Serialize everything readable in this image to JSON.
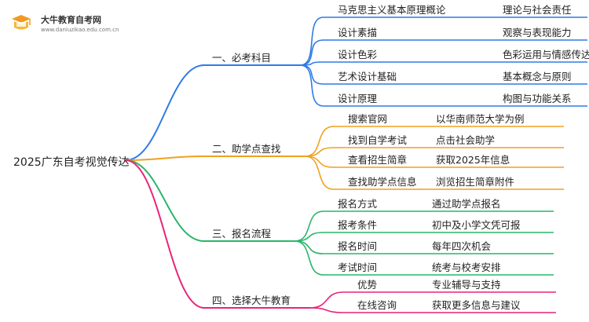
{
  "logo": {
    "name": "大牛教育自考网",
    "url": "www.daniuzikao.edu.com.cn",
    "icon": "book-logo-icon"
  },
  "root": "2025广东自考视觉传达",
  "branches": [
    {
      "label": "一、必考科目",
      "color": "#2f7be6",
      "items": [
        {
          "name": "马克思主义基本原理概论",
          "desc": "理论与社会责任"
        },
        {
          "name": "设计素描",
          "desc": "观察与表现能力"
        },
        {
          "name": "设计色彩",
          "desc": "色彩运用与情感传达"
        },
        {
          "name": "艺术设计基础",
          "desc": "基本概念与原则"
        },
        {
          "name": "设计原理",
          "desc": "构图与功能关系"
        }
      ]
    },
    {
      "label": "二、助学点查找",
      "color": "#f0a020",
      "items": [
        {
          "name": "搜索官网",
          "desc": "以华南师范大学为例"
        },
        {
          "name": "找到自学考试",
          "desc": "点击社会助学"
        },
        {
          "name": "查看招生简章",
          "desc": "获取2025年信息"
        },
        {
          "name": "查找助学点信息",
          "desc": "浏览招生简章附件"
        }
      ]
    },
    {
      "label": "三、报名流程",
      "color": "#2ab56a",
      "items": [
        {
          "name": "报名方式",
          "desc": "通过助学点报名"
        },
        {
          "name": "报考条件",
          "desc": "初中及小学文凭可报"
        },
        {
          "name": "报名时间",
          "desc": "每年四次机会"
        },
        {
          "name": "考试时间",
          "desc": "统考与校考安排"
        }
      ]
    },
    {
      "label": "四、选择大牛教育",
      "color": "#e8247a",
      "items": [
        {
          "name": "优势",
          "desc": "专业辅导与支持"
        },
        {
          "name": "在线咨询",
          "desc": "获取更多信息与建议"
        }
      ]
    }
  ]
}
